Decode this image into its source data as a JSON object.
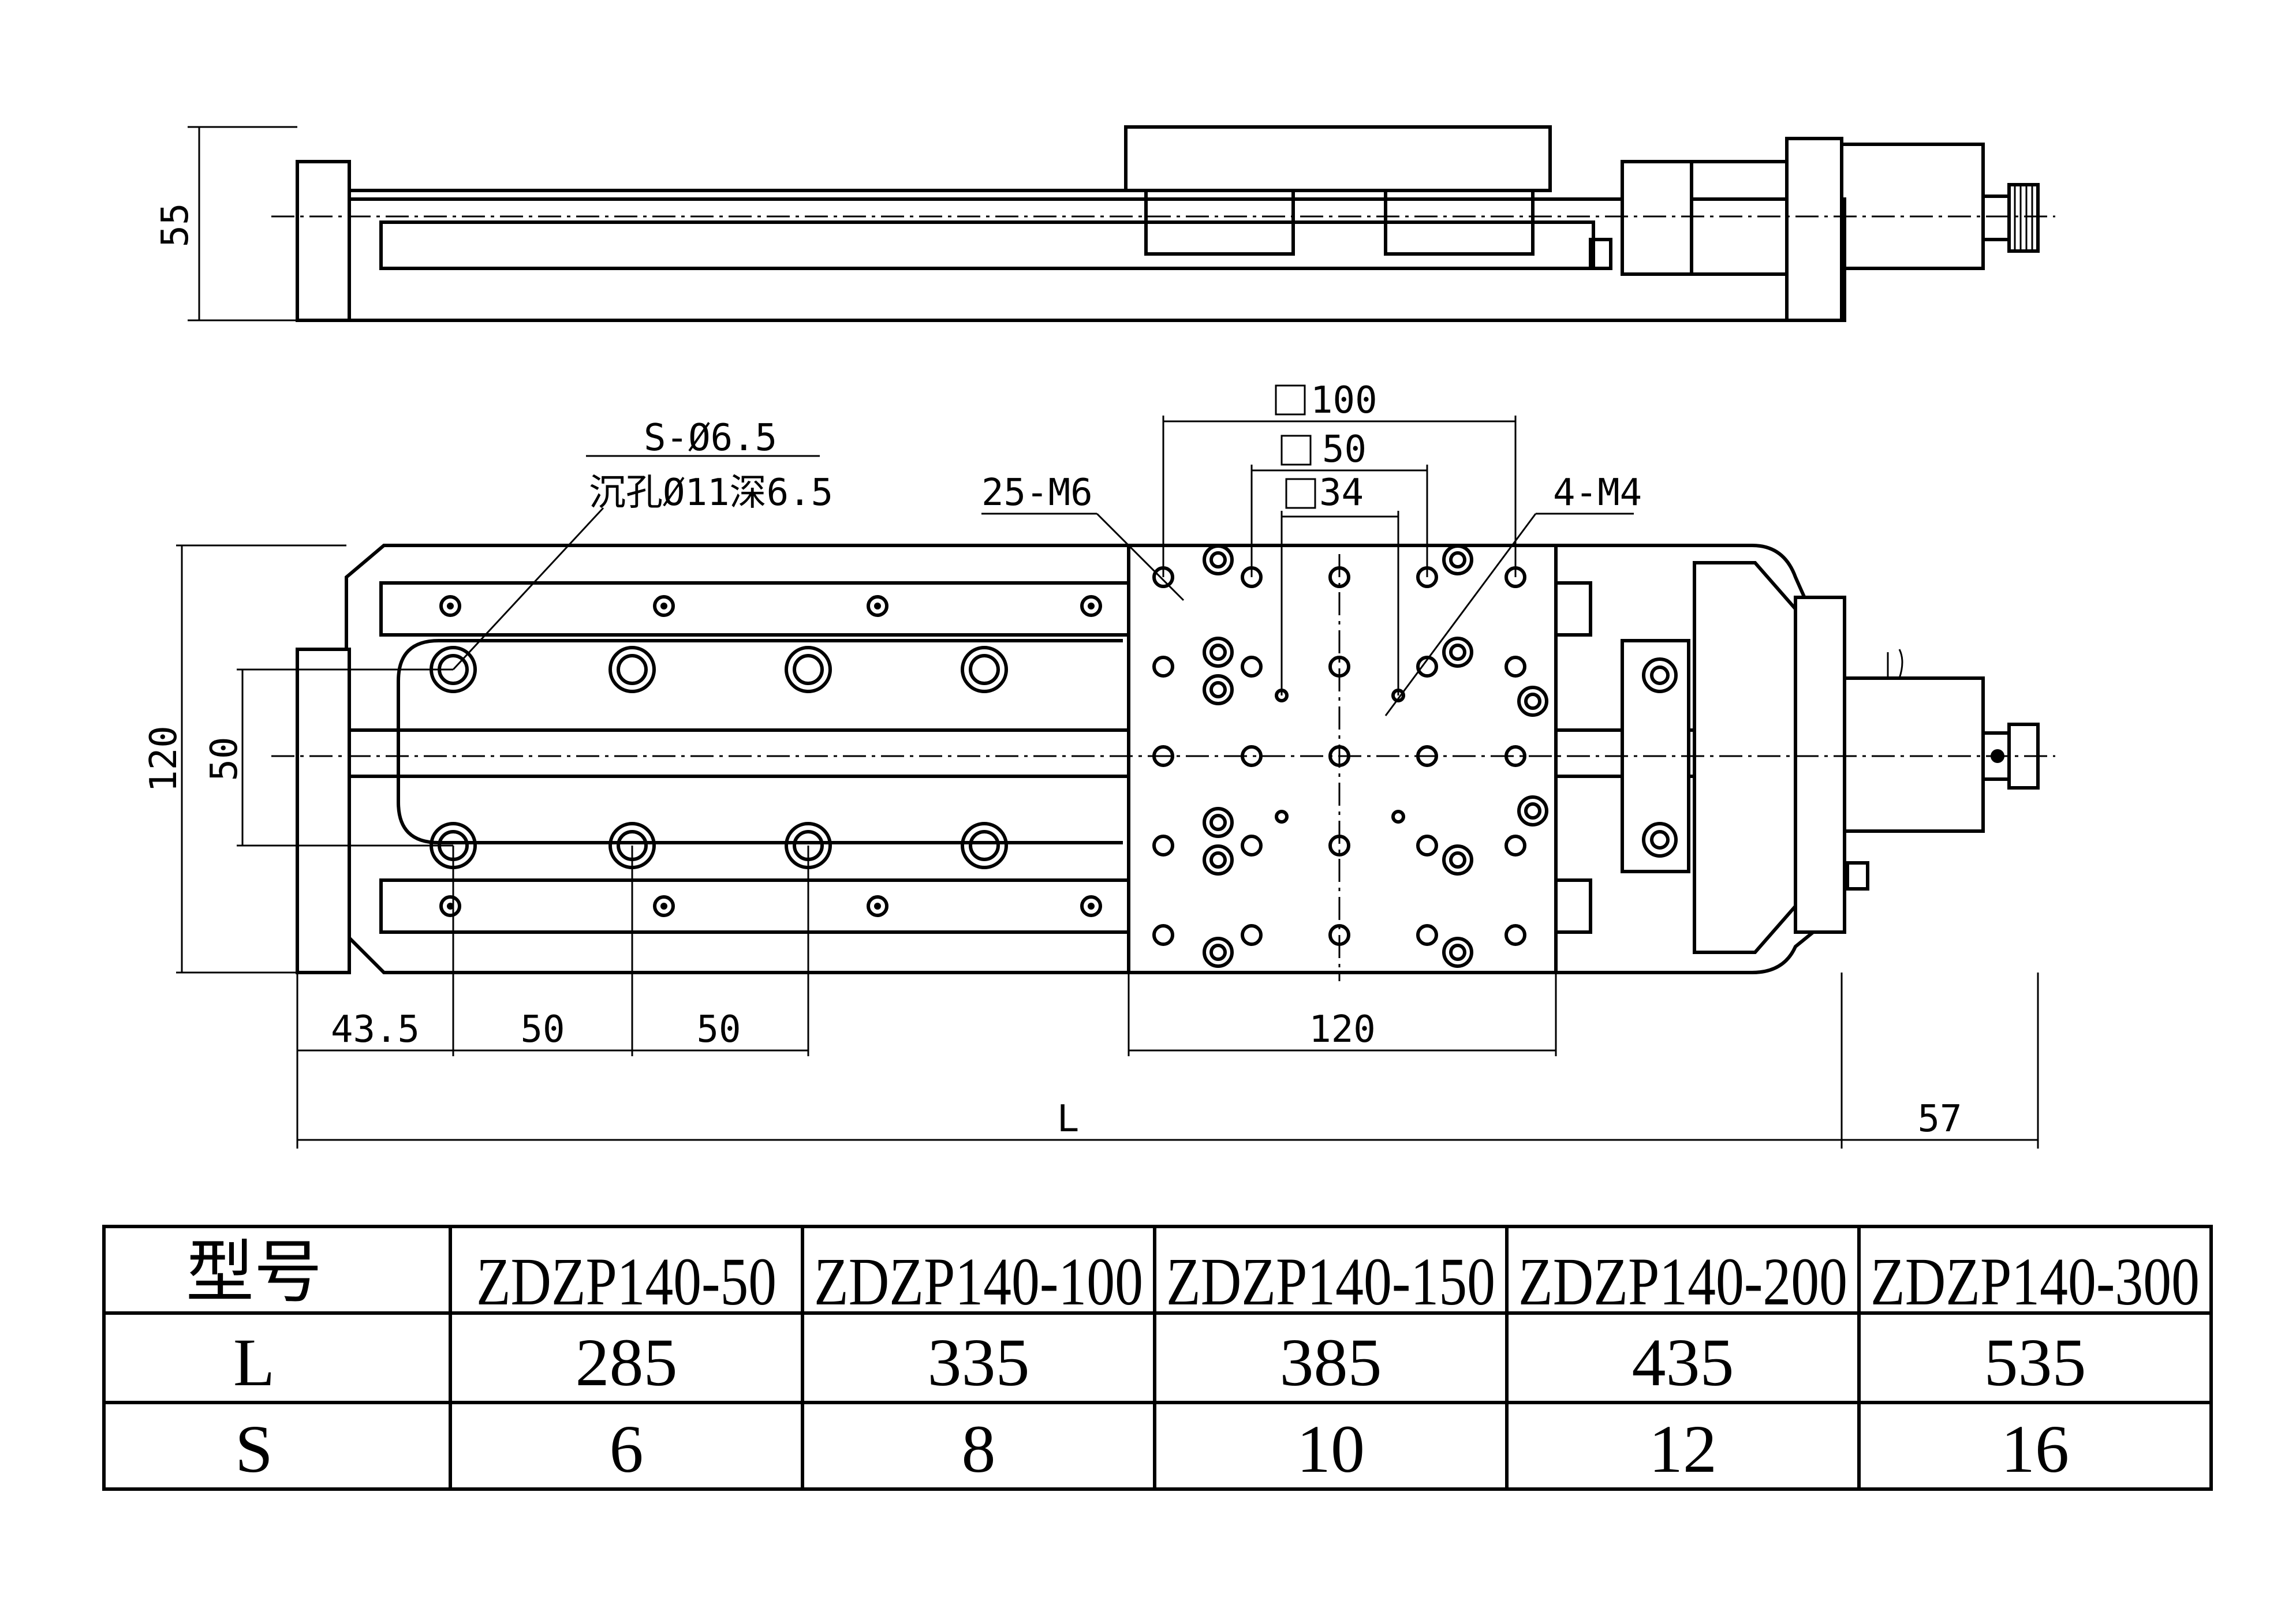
{
  "dimensions": {
    "side_height": "55",
    "plan_height": "120",
    "slot_spacing": "50",
    "start_offset": "43.5",
    "hole_pitch_1": "50",
    "hole_pitch_2": "50",
    "table_width": "120",
    "overall_length": "L",
    "motor_extension": "57"
  },
  "callouts": {
    "mount_holes_line1": "S-Ø6.5",
    "mount_holes_line2": "沉孔Ø11深6.5",
    "table_threads": "25-M6",
    "center_threads": "4-M4",
    "square_100": "100",
    "square_50": "50",
    "square_34": "34"
  },
  "spec_table": {
    "header_label": "型号",
    "models": [
      "ZDZP140-50",
      "ZDZP140-100",
      "ZDZP140-150",
      "ZDZP140-200",
      "ZDZP140-300"
    ],
    "rows": [
      {
        "label": "L",
        "values": [
          "285",
          "335",
          "385",
          "435",
          "535"
        ]
      },
      {
        "label": "S",
        "values": [
          "6",
          "8",
          "10",
          "12",
          "16"
        ]
      }
    ]
  }
}
